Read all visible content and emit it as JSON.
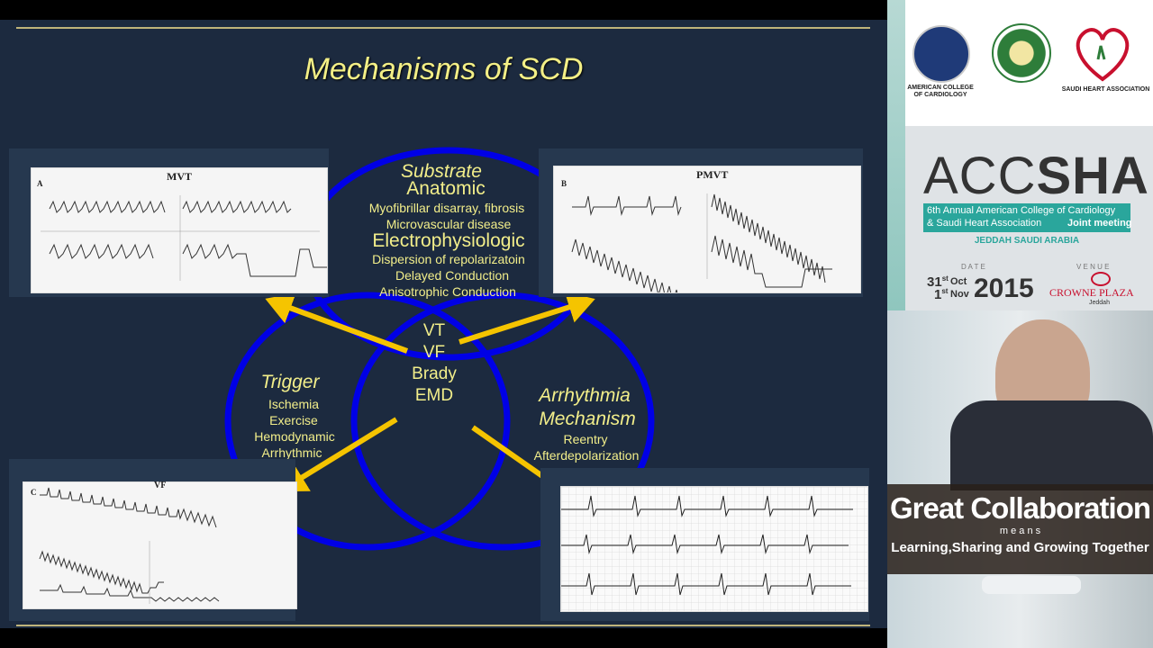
{
  "slide": {
    "title": "Mechanisms of SCD",
    "center": [
      "VT",
      "VF",
      "Brady",
      "EMD"
    ],
    "substrate": {
      "heading": "Substrate",
      "anatomic": "Anatomic",
      "anatomic_items": [
        "Myofibrillar disarray, fibrosis",
        "Microvascular disease"
      ],
      "electro": "Electrophysiologic",
      "electro_items": [
        "Dispersion of repolarizatoin",
        "Delayed Conduction",
        "Anisotrophic Conduction"
      ]
    },
    "trigger": {
      "heading": "Trigger",
      "items": [
        "Ischemia",
        "Exercise",
        "Hemodynamic",
        "Arrhythmic"
      ]
    },
    "arrhythmia": {
      "heading1": "Arrhythmia",
      "heading2": "Mechanism",
      "items": [
        "Reentry",
        "Afterdepolarization"
      ]
    },
    "ecg": {
      "mvt_title": "MVT",
      "mvt_letter": "A",
      "pmvt_title": "PMVT",
      "pmvt_letter": "B",
      "vf_title": "VF",
      "vf_letter": "C"
    },
    "colors": {
      "background": "#1c2a3f",
      "circle": "#0000ee",
      "arrow": "#f5c400",
      "text": "#f2ee8a"
    }
  },
  "sidebar": {
    "logo1": "AMERICAN COLLEGE OF CARDIOLOGY",
    "logo3": "SAUDI HEART ASSOCIATION",
    "brand_a": "ACC",
    "brand_b": "SHA",
    "desc1": "6th Annual American College of Cardiology",
    "desc2": "& Saudi Heart Association",
    "desc_joint": "Joint meeting",
    "location": "JEDDAH  SAUDI ARABIA",
    "date_label": "D A T E",
    "venue_label": "V E N U E",
    "date_d1": "31",
    "date_s1": "st",
    "date_m1": "Oct",
    "date_d2": "1",
    "date_s2": "st",
    "date_m2": "Nov",
    "year": "2015",
    "venue": "CROWNE PLAZA",
    "venue_city": "Jeddah",
    "slogan1": "Great Collaboration",
    "slogan2": "m e a n s",
    "slogan3": "Learning,Sharing and Growing Together"
  }
}
